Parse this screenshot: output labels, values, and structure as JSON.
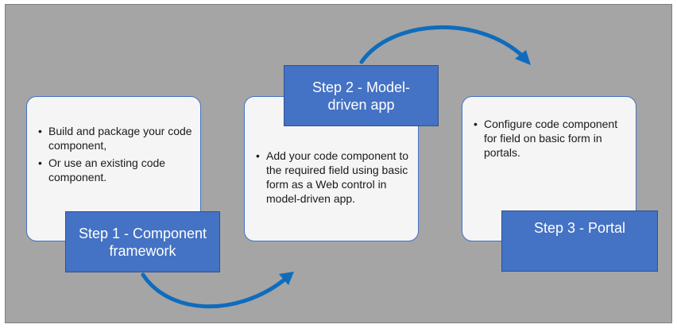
{
  "steps": [
    {
      "title": "Step 1 - Component framework",
      "bullets": [
        "Build and package your code component,",
        "Or use an existing code component."
      ]
    },
    {
      "title": "Step 2 - Model-driven app",
      "bullets": [
        "Add your code component to the required field using basic form as a Web control in model-driven app."
      ]
    },
    {
      "title": "Step 3 - Portal",
      "bullets": [
        "Configure code component for field on basic form in portals."
      ]
    }
  ],
  "colors": {
    "background": "#a5a5a5",
    "card": "#f5f5f5",
    "label": "#4472c4",
    "arrow": "#0f6cbd"
  }
}
